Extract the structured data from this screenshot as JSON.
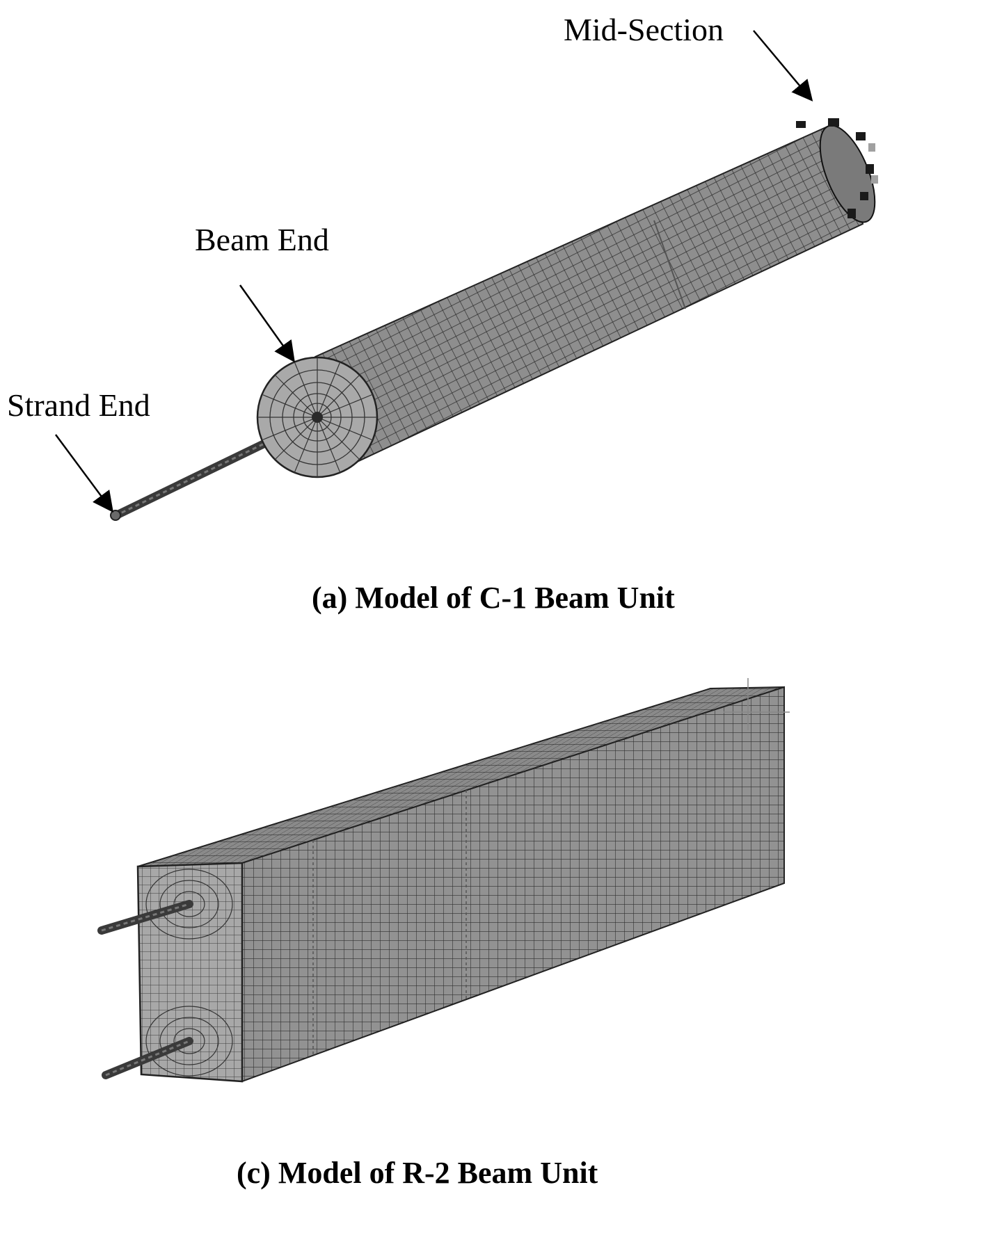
{
  "figure_a": {
    "labels": {
      "mid_section": "Mid-Section",
      "beam_end": "Beam End",
      "strand_end": "Strand End"
    },
    "caption": "(a) Model of C-1 Beam Unit"
  },
  "figure_c": {
    "caption": "(c) Model of R-2 Beam Unit"
  },
  "colors": {
    "mesh_fill": "#8c8c8c",
    "mesh_line": "#2b2b2b",
    "face_fill": "#a6a6a6",
    "strand": "#3a3a3a"
  }
}
